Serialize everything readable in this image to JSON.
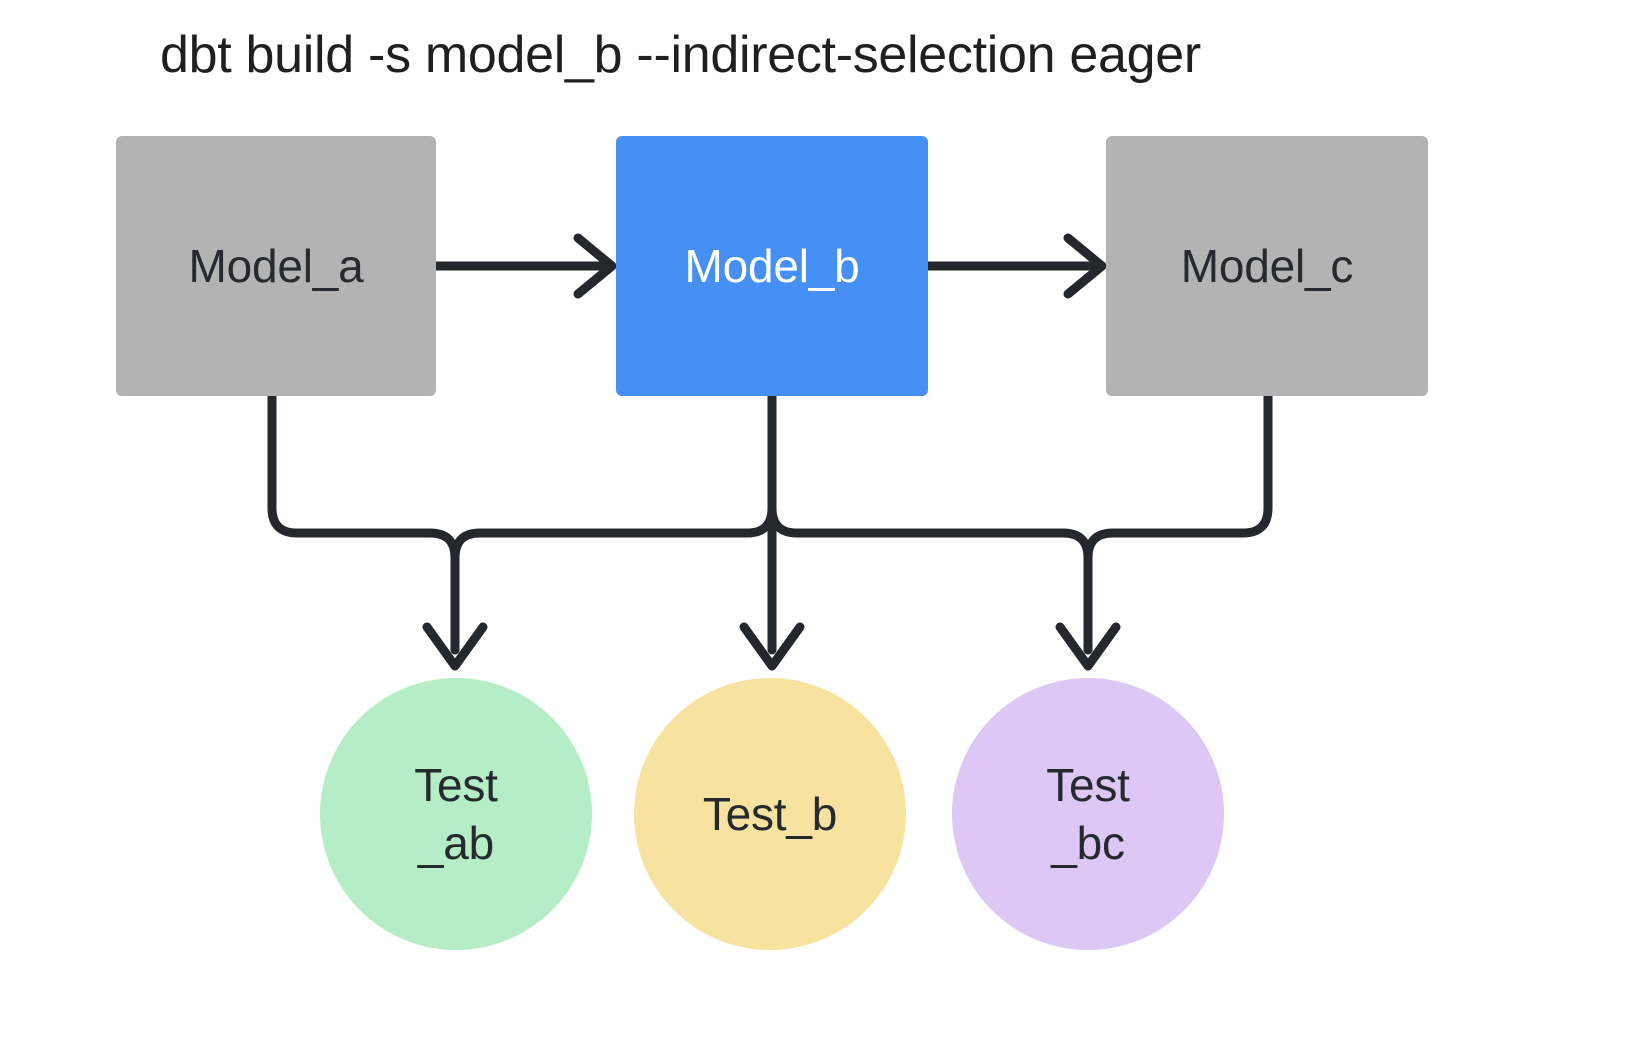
{
  "title": "dbt build -s model_b --indirect-selection eager",
  "colors": {
    "background": "#ffffff",
    "model_default": "#b3b3b3",
    "model_selected": "#4690f5",
    "test_ab": "#b4edc6",
    "test_b": "#f8e2a0",
    "test_bc": "#dcc7f5",
    "edge": "#24272b",
    "text_dark": "#26292d",
    "text_light": "#ffffff"
  },
  "diagram": {
    "type": "dag",
    "models": [
      {
        "id": "model_a",
        "label": "Model_a",
        "fill": "#b3b3b3",
        "text_color": "#26292d",
        "selected": false
      },
      {
        "id": "model_b",
        "label": "Model_b",
        "fill": "#4690f5",
        "text_color": "#ffffff",
        "selected": true
      },
      {
        "id": "model_c",
        "label": "Model_c",
        "fill": "#b3b3b3",
        "text_color": "#26292d",
        "selected": false
      }
    ],
    "tests": [
      {
        "id": "test_ab",
        "label": "Test\n_ab",
        "fill": "#b4edc6",
        "text_color": "#26292d"
      },
      {
        "id": "test_b",
        "label": "Test_b",
        "fill": "#f8e2a0",
        "text_color": "#26292d"
      },
      {
        "id": "test_bc",
        "label": "Test\n_bc",
        "fill": "#dcc7f5",
        "text_color": "#26292d"
      }
    ],
    "edges": [
      {
        "from": "model_a",
        "to": "model_b",
        "style": "straight-arrow"
      },
      {
        "from": "model_b",
        "to": "model_c",
        "style": "straight-arrow"
      },
      {
        "from": "model_a",
        "to": "test_ab",
        "style": "orthogonal-arrow"
      },
      {
        "from": "model_b",
        "to": "test_ab",
        "style": "orthogonal-arrow"
      },
      {
        "from": "model_b",
        "to": "test_b",
        "style": "orthogonal-arrow"
      },
      {
        "from": "model_c",
        "to": "test_bc",
        "style": "orthogonal-arrow"
      },
      {
        "from": "model_b",
        "to": "test_bc",
        "style": "orthogonal-arrow"
      }
    ]
  }
}
